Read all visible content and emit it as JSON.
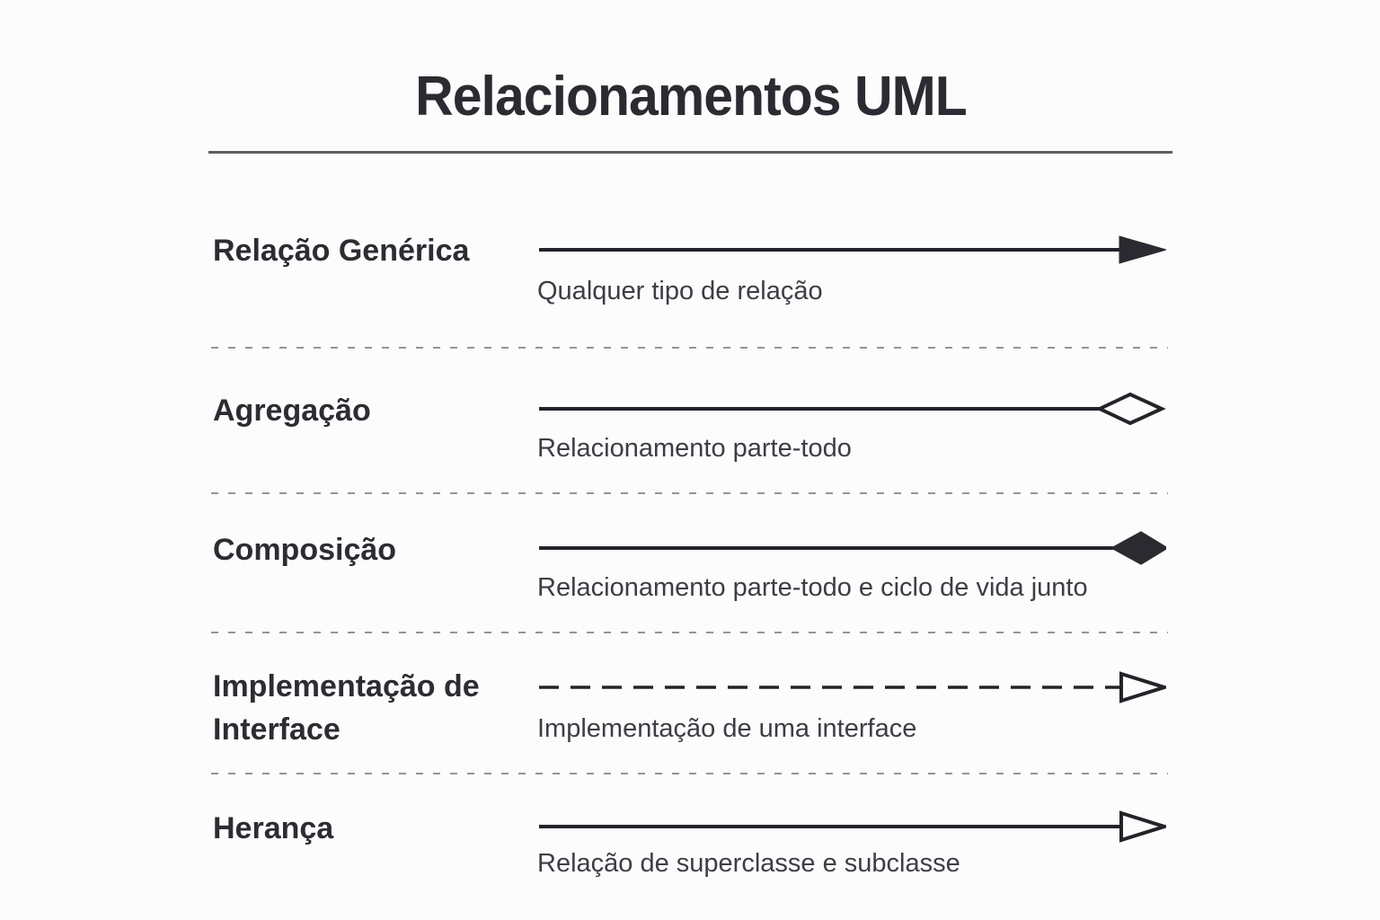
{
  "page": {
    "title": "Relacionamentos UML",
    "colors": {
      "background": "#fcfcfc",
      "title_text": "#2b2b31",
      "label_text": "#2b2d33",
      "description_text": "#3c3e45",
      "connector_line": "#232329",
      "separator_dash": "#94949a",
      "title_rule": "#5d5d63"
    }
  },
  "rows": [
    {
      "label": "Relação Genérica",
      "description": "Qualquer tipo de relação",
      "marker": "filled-arrowhead",
      "line_style": "solid"
    },
    {
      "label": "Agregação",
      "description": "Relacionamento parte-todo",
      "marker": "hollow-diamond",
      "line_style": "solid"
    },
    {
      "label": "Composição",
      "description": "Relacionamento parte-todo e ciclo de vida junto",
      "marker": "filled-diamond",
      "line_style": "solid"
    },
    {
      "label": "Implementação de Interface",
      "description": "Implementação de uma interface",
      "marker": "hollow-triangle",
      "line_style": "dashed"
    },
    {
      "label": "Herança",
      "description": "Relação de superclasse e subclasse",
      "marker": "hollow-triangle",
      "line_style": "solid"
    }
  ]
}
